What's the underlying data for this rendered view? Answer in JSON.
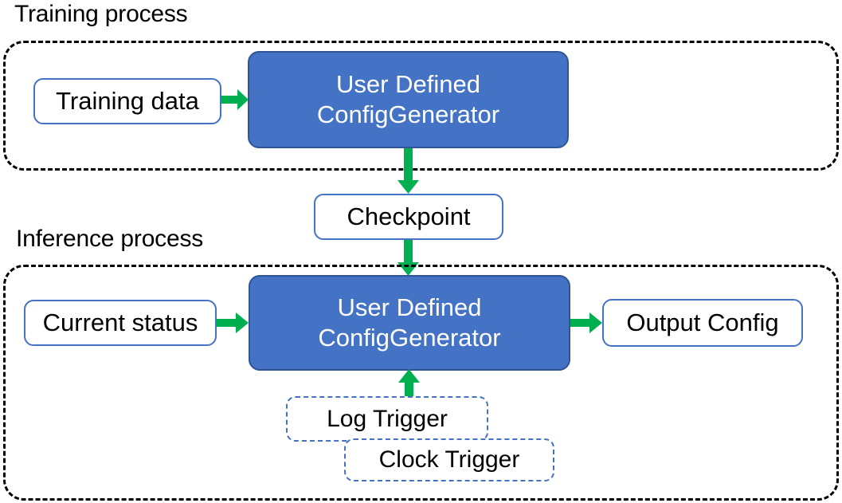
{
  "diagram": {
    "title_training": "Training process",
    "title_inference": "Inference process",
    "colors": {
      "process_fill": "#4472C4",
      "process_border": "#2F5597",
      "node_border": "#4472C4",
      "arrow": "#00B050",
      "container_border": "#000000",
      "trigger_border": "#4472C4",
      "text_dark": "#000000",
      "text_light": "#FFFFFF",
      "background": "#FFFFFF"
    },
    "training": {
      "input_label": "Training data",
      "processor_line1": "User Defined",
      "processor_line2": "ConfigGenerator"
    },
    "bridge": {
      "checkpoint_label": "Checkpoint"
    },
    "inference": {
      "input_label": "Current status",
      "processor_line1": "User Defined",
      "processor_line2": "ConfigGenerator",
      "output_label": "Output Config",
      "trigger_log": "Log Trigger",
      "trigger_clock": "Clock Trigger"
    }
  }
}
